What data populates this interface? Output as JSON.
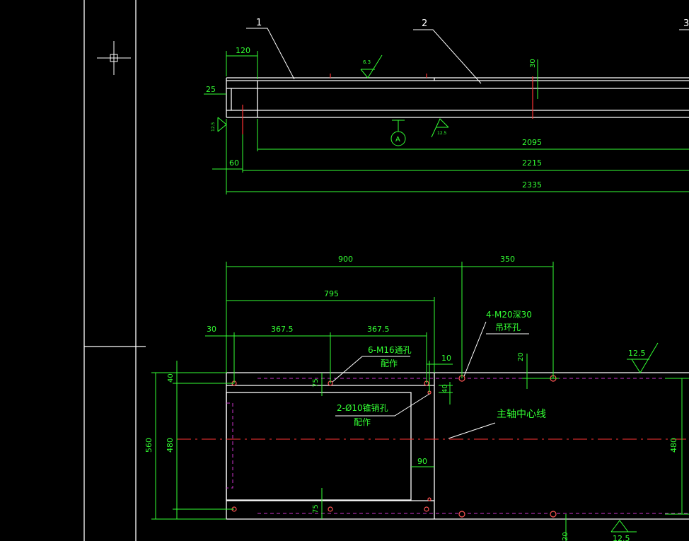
{
  "colors": {
    "background": "#000000",
    "outline": "#ffffff",
    "dimension": "#33ff33",
    "centerline": "#ff3333",
    "hidden": "#cc33cc",
    "hole": "#ff5555"
  },
  "top_view": {
    "balloons": [
      "1",
      "2",
      "3"
    ],
    "dims": {
      "d120": "120",
      "d25": "25",
      "d60": "60",
      "d30": "30",
      "d2095": "2095",
      "d2215": "2215",
      "d2335": "2335"
    },
    "roughness": {
      "r63": "6.3",
      "r125_left": "12.5",
      "r125_mid": "12.5"
    },
    "datum": "A"
  },
  "plan_view": {
    "dims": {
      "d900": "900",
      "d350": "350",
      "d795": "795",
      "d30": "30",
      "d3675a": "367.5",
      "d3675b": "367.5",
      "d10": "10",
      "d20a": "20",
      "d40a": "40",
      "d75a": "75",
      "d40b": "40",
      "d560": "560",
      "d480a": "480",
      "d90": "90",
      "d75b": "75",
      "d480b": "480",
      "d20b": "20"
    },
    "notes": {
      "m16": "6-M16通孔",
      "m16_sub": "配作",
      "pin": "2-Ø10锥销孔",
      "pin_sub": "配作",
      "m20": "4-M20深30",
      "m20_sub": "吊环孔",
      "axis": "主轴中心线"
    },
    "roughness": {
      "r125_top": "12.5",
      "r125_bottom": "12.5"
    }
  }
}
